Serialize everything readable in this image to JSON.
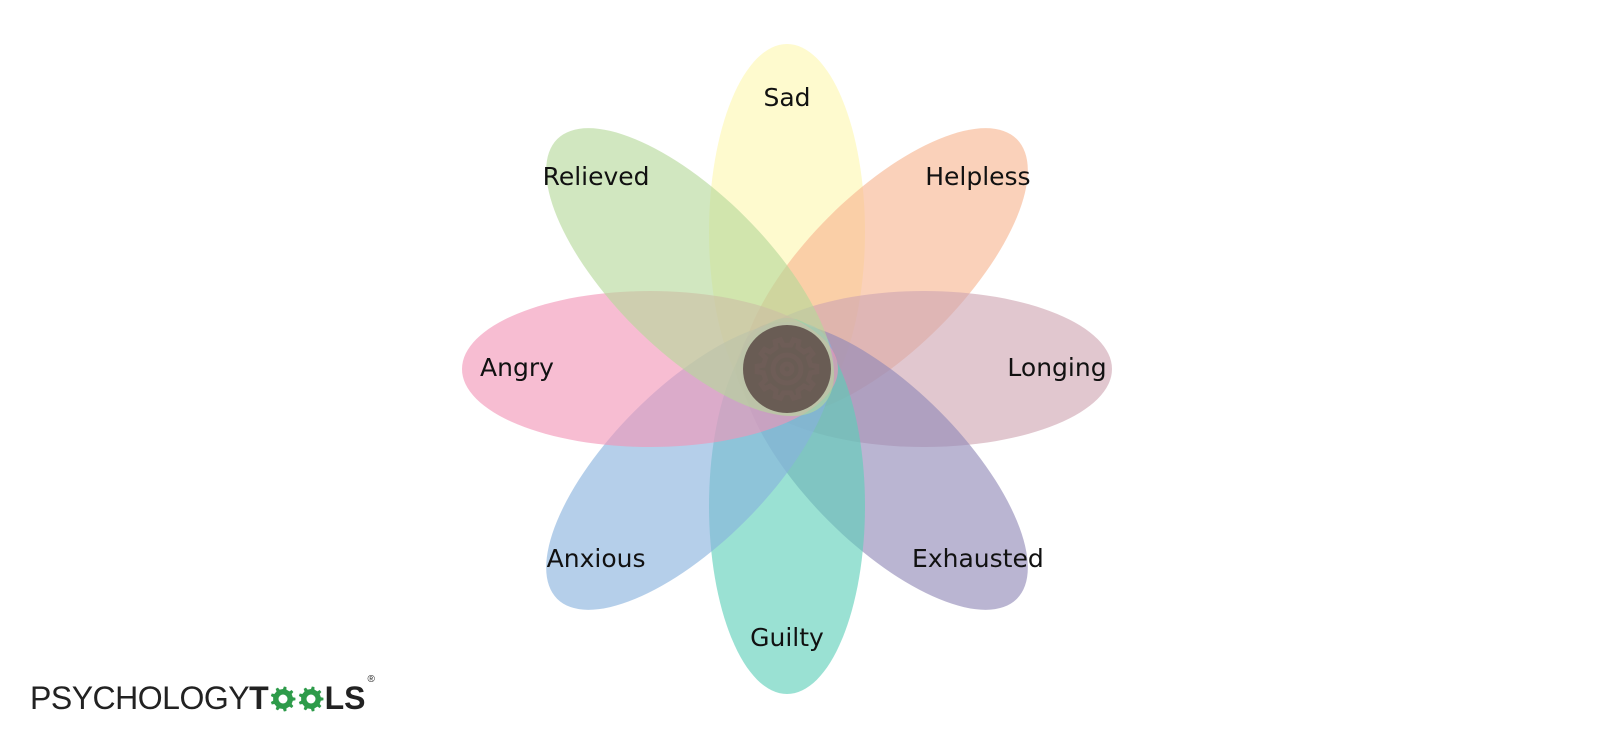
{
  "petals": [
    {
      "id": "sad",
      "label": "Sad",
      "color": "#fef7b0"
    },
    {
      "id": "helpless",
      "label": "Helpless",
      "color": "#f7b48f"
    },
    {
      "id": "longing",
      "label": "Longing",
      "color": "#cfa5b1"
    },
    {
      "id": "exhausted",
      "label": "Exhausted",
      "color": "#8f88b7"
    },
    {
      "id": "guilty",
      "label": "Guilty",
      "color": "#5ccfb8"
    },
    {
      "id": "anxious",
      "label": "Anxious",
      "color": "#88b2dd"
    },
    {
      "id": "angry",
      "label": "Angry",
      "color": "#f294b6"
    },
    {
      "id": "relieved",
      "label": "Relieved",
      "color": "#b4d99a"
    }
  ],
  "center": {
    "icon": "gear-icon",
    "color": "#5b4a45"
  },
  "logo": {
    "part1": "PSYCHOLOGY",
    "t": "T",
    "ls": "LS",
    "reg": "®",
    "gear_color": "#2e9b4a"
  }
}
